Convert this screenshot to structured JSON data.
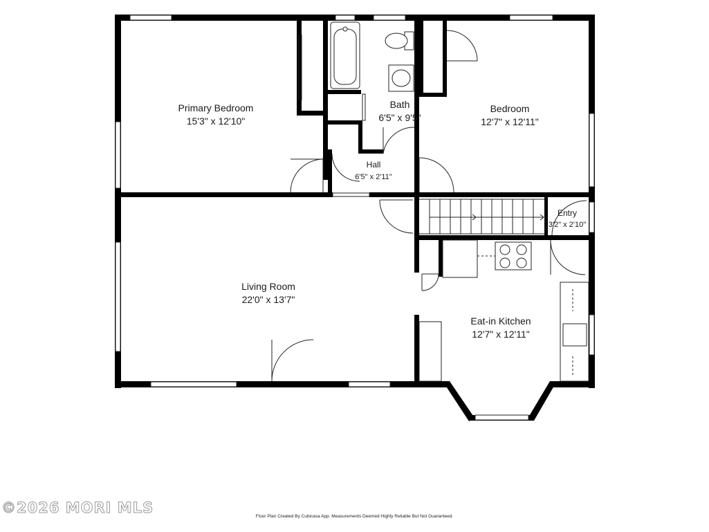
{
  "rooms": {
    "primary_bedroom": {
      "name": "Primary Bedroom",
      "dims": "15'3\" x 12'10\""
    },
    "bath": {
      "name": "Bath",
      "dims": "6'5\" x 9'5\""
    },
    "bedroom": {
      "name": "Bedroom",
      "dims": "12'7\" x 12'11\""
    },
    "hall": {
      "name": "Hall",
      "dims": "6'5\" x 2'11\""
    },
    "entry": {
      "name": "Entry",
      "dims": "3'2\" x 2'10\""
    },
    "living_room": {
      "name": "Living Room",
      "dims": "22'0\" x 13'7\""
    },
    "kitchen": {
      "name": "Eat-in Kitchen",
      "dims": "12'7\" x 12'11\""
    }
  },
  "footer": "Floor Plan Created By Cubicasa App. Measurements Deemed Highly Reliable But Not Guaranteed.",
  "watermark": "©2026 MORI MLS"
}
